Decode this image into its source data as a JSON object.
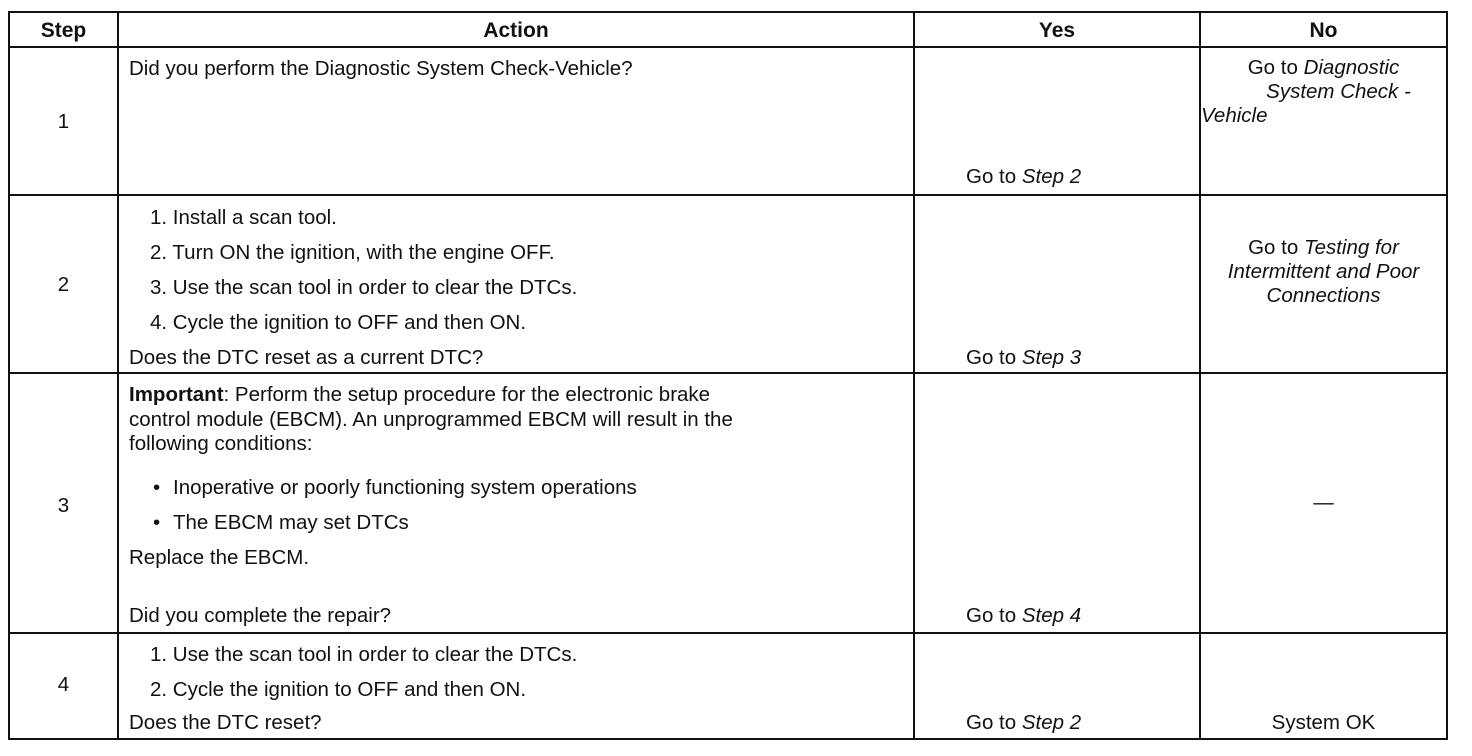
{
  "headers": {
    "step": "Step",
    "action": "Action",
    "yes": "Yes",
    "no": "No"
  },
  "rows": [
    {
      "step": "1",
      "action_lines": [
        "Did you perform the Diagnostic System Check-Vehicle?"
      ],
      "yes_prefix": "Go to ",
      "yes_link": "Step 2",
      "no_prefix": "Go to ",
      "no_link_lines": [
        "Diagnostic",
        "System Check -",
        "Vehicle"
      ]
    },
    {
      "step": "2",
      "action_steps": [
        "1.  Install a scan tool.",
        "2.  Turn ON the ignition, with the engine OFF.",
        "3.  Use the scan tool in order to clear the DTCs.",
        "4.  Cycle the ignition to OFF and then ON."
      ],
      "action_question": "Does the DTC reset as a current DTC?",
      "yes_prefix": "Go to ",
      "yes_link": "Step 3",
      "no_prefix": "Go to ",
      "no_link_lines": [
        "Testing for",
        "Intermittent and Poor",
        "Connections"
      ]
    },
    {
      "step": "3",
      "important_label": "Important",
      "important_lines": [
        ": Perform the setup procedure for the electronic brake",
        "control module (EBCM). An unprogrammed EBCM will result in the",
        "following conditions:"
      ],
      "bullets": [
        "Inoperative or poorly functioning system operations",
        "The EBCM may set DTCs"
      ],
      "action_instruction": "Replace the EBCM.",
      "action_question": "Did you complete the repair?",
      "yes_prefix": "Go to ",
      "yes_link": "Step 4",
      "no_text": "—"
    },
    {
      "step": "4",
      "action_steps": [
        "1.  Use the scan tool in order to clear the DTCs.",
        "2.  Cycle the ignition to OFF and then ON."
      ],
      "action_question": "Does the DTC reset?",
      "yes_prefix": "Go to ",
      "yes_link": "Step 2",
      "no_text": "System OK"
    }
  ]
}
